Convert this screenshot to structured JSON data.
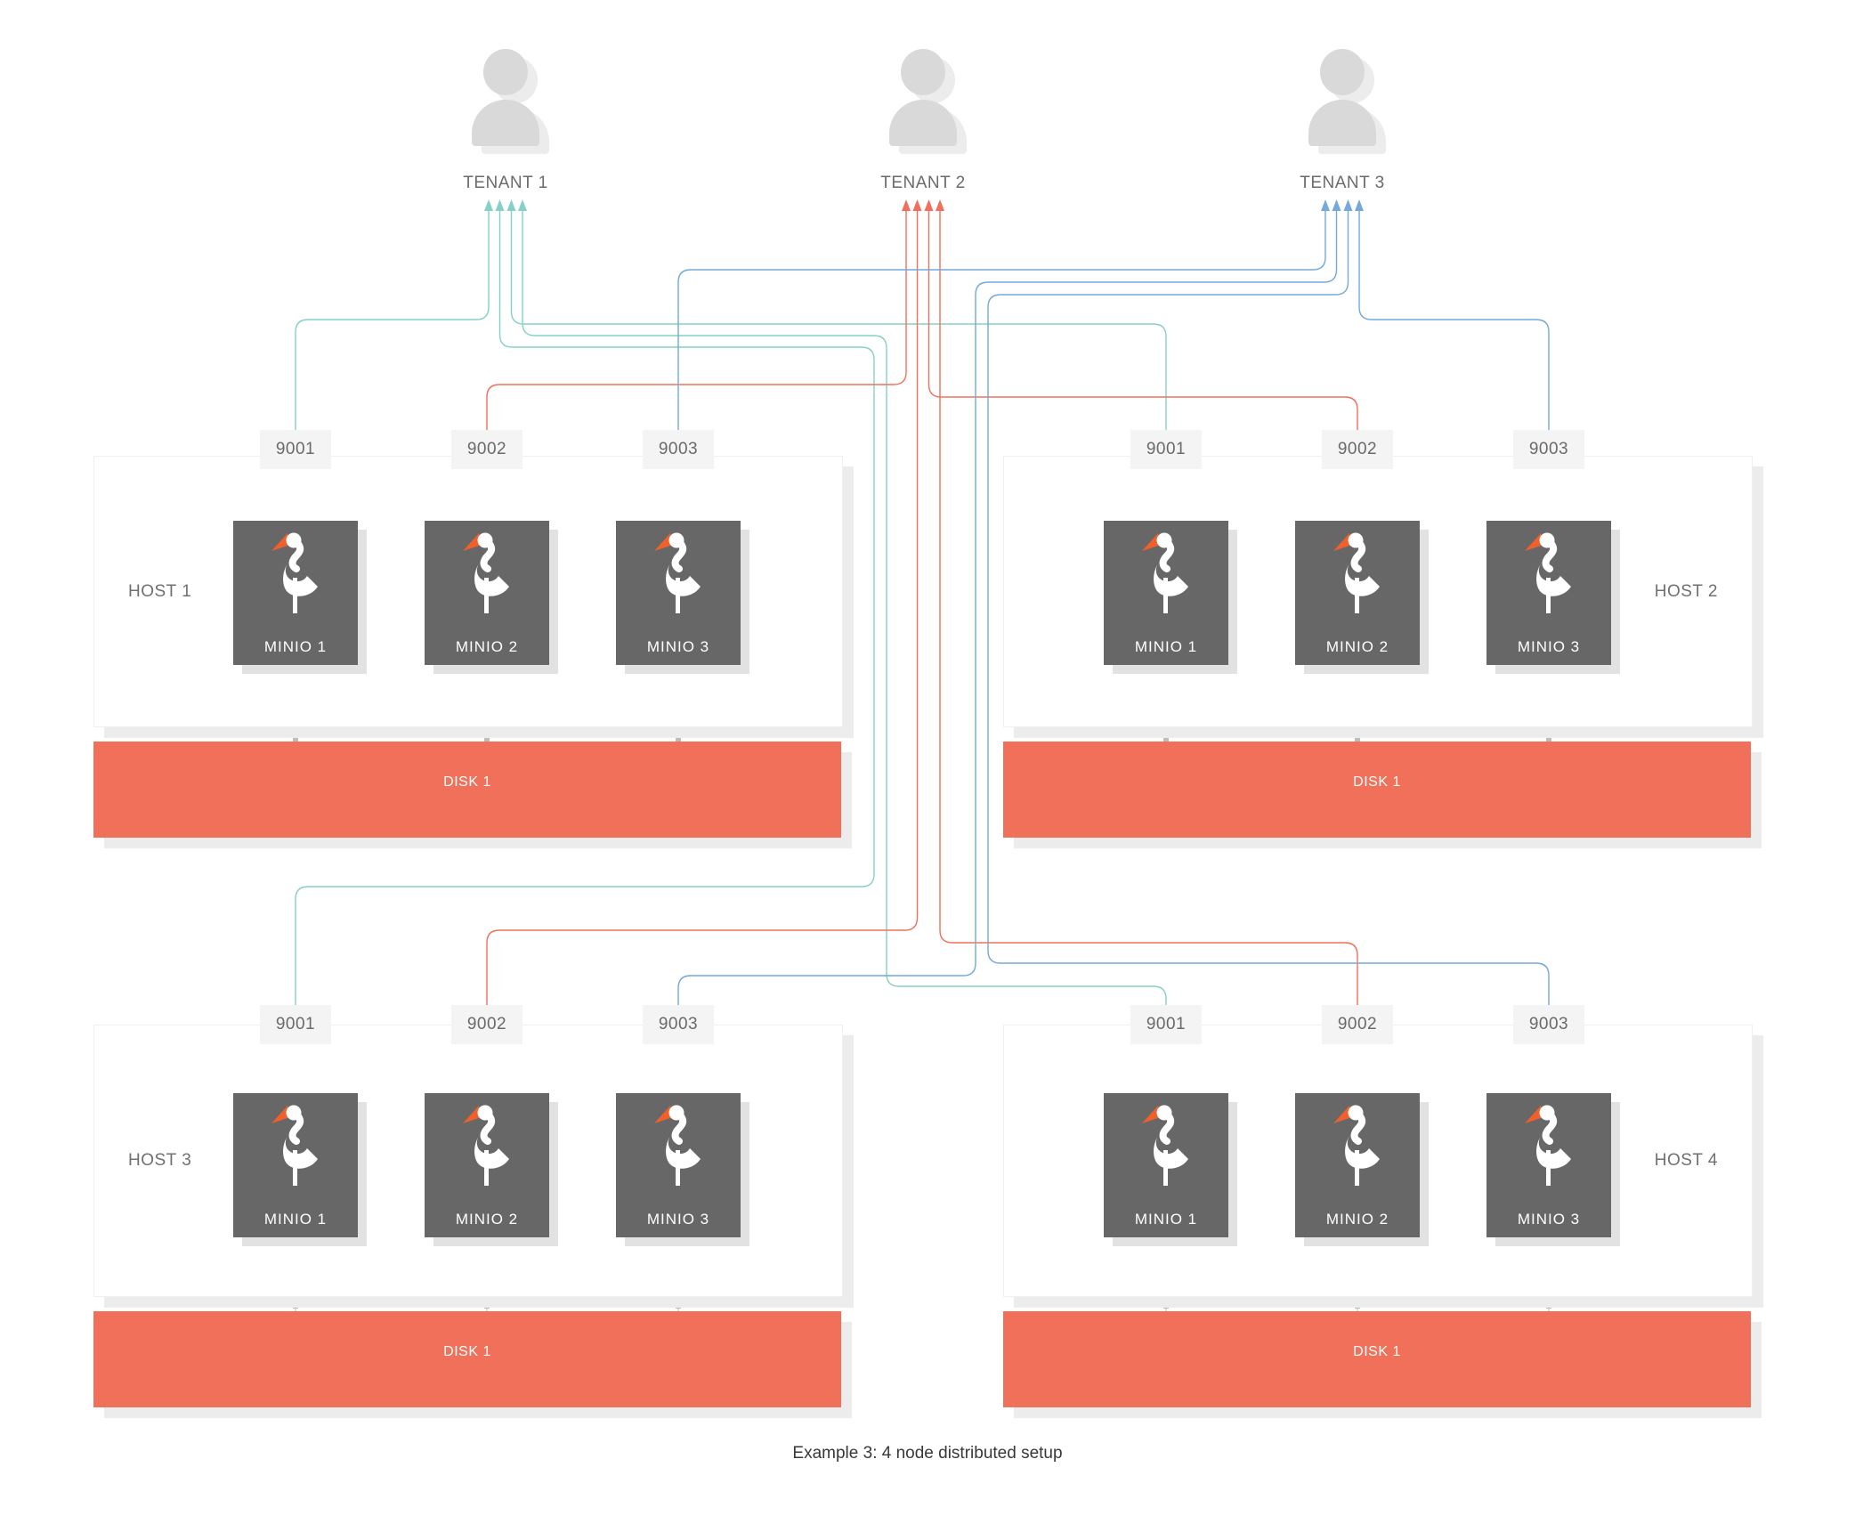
{
  "caption": {
    "text": "Example 3: 4 node distributed setup"
  },
  "tenants": [
    {
      "label": "TENANT 1",
      "color": "#87d1c4"
    },
    {
      "label": "TENANT 2",
      "color": "#f1705b"
    },
    {
      "label": "TENANT 3",
      "color": "#74a9da"
    }
  ],
  "hosts": [
    {
      "label": "HOST 1",
      "ports": [
        "9001",
        "9002",
        "9003"
      ],
      "nodes": [
        "MINIO 1",
        "MINIO 2",
        "MINIO 3"
      ],
      "disk": "DISK 1"
    },
    {
      "label": "HOST 2",
      "ports": [
        "9001",
        "9002",
        "9003"
      ],
      "nodes": [
        "MINIO 1",
        "MINIO 2",
        "MINIO 3"
      ],
      "disk": "DISK 1"
    },
    {
      "label": "HOST 3",
      "ports": [
        "9001",
        "9002",
        "9003"
      ],
      "nodes": [
        "MINIO 1",
        "MINIO 2",
        "MINIO 3"
      ],
      "disk": "DISK 1"
    },
    {
      "label": "HOST 4",
      "ports": [
        "9001",
        "9002",
        "9003"
      ],
      "nodes": [
        "MINIO 1",
        "MINIO 2",
        "MINIO 3"
      ],
      "disk": "DISK 1"
    }
  ],
  "connections": [
    {
      "tenant": "TENANT 1",
      "host": "HOST 1",
      "port": "9001"
    },
    {
      "tenant": "TENANT 1",
      "host": "HOST 2",
      "port": "9001"
    },
    {
      "tenant": "TENANT 1",
      "host": "HOST 3",
      "port": "9001"
    },
    {
      "tenant": "TENANT 1",
      "host": "HOST 4",
      "port": "9001"
    },
    {
      "tenant": "TENANT 2",
      "host": "HOST 1",
      "port": "9002"
    },
    {
      "tenant": "TENANT 2",
      "host": "HOST 2",
      "port": "9002"
    },
    {
      "tenant": "TENANT 2",
      "host": "HOST 3",
      "port": "9002"
    },
    {
      "tenant": "TENANT 2",
      "host": "HOST 4",
      "port": "9002"
    },
    {
      "tenant": "TENANT 3",
      "host": "HOST 1",
      "port": "9003"
    },
    {
      "tenant": "TENANT 3",
      "host": "HOST 2",
      "port": "9003"
    },
    {
      "tenant": "TENANT 3",
      "host": "HOST 3",
      "port": "9003"
    },
    {
      "tenant": "TENANT 3",
      "host": "HOST 4",
      "port": "9003"
    }
  ],
  "colors": {
    "tenant1": "#87d1c4",
    "tenant2": "#f1705b",
    "tenant3": "#74a9da",
    "disk": "#f1705a",
    "node": "#676767",
    "beak": "#f0602c"
  }
}
